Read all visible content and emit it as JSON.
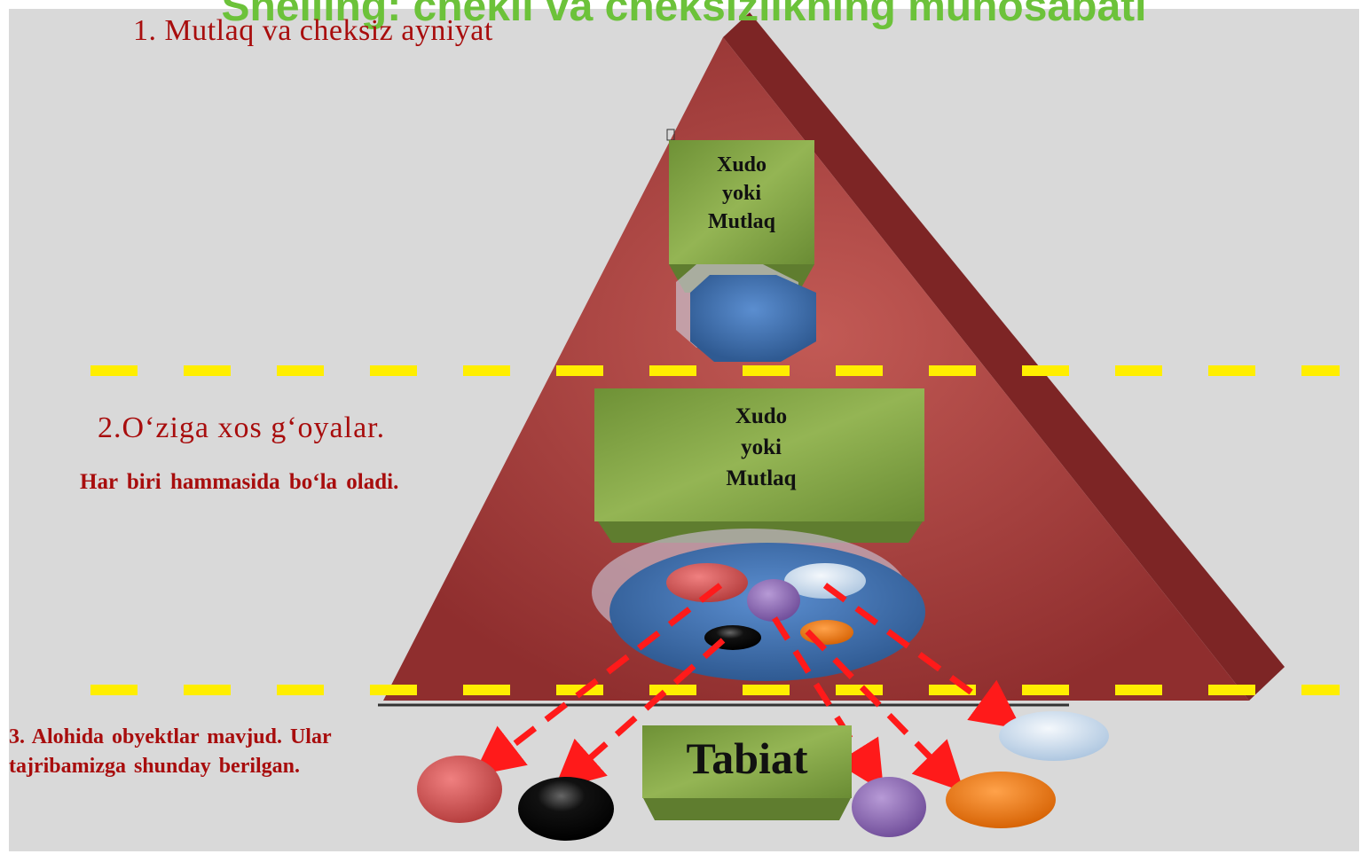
{
  "title": "Shelling: chekli va cheksizlikning munosabati",
  "levels": {
    "level1": "1. Mutlaq va cheksiz ayniyat",
    "level2": "2.O‘ziga xos g‘oyalar.",
    "level2_desc": "Har biri hammasida bo‘la oladi.",
    "level3": "3. Alohida obyektlar mavjud. Ular tajribamizga shunday berilgan."
  },
  "boxes": {
    "top_lines": [
      "Xudo",
      "yoki",
      "Mutlaq"
    ],
    "middle_lines": [
      "Xudo",
      "yoki",
      "Mutlaq"
    ],
    "bottom": "Tabiat"
  },
  "colors": {
    "background": "#d9d9d9",
    "title": "#6cc23a",
    "label_text": "#a80d0d",
    "pyramid": "#9a3535",
    "box": "#7ea041",
    "divider": "#ffee00",
    "arrow": "#ff1a1a",
    "octagon": "#3d6ea8"
  },
  "icons": {
    "red_object": "red-ellipse-icon",
    "black_object": "black-ellipse-icon",
    "purple_object": "purple-ellipse-icon",
    "orange_object": "orange-ellipse-icon",
    "lightblue_object": "lightblue-ellipse-icon"
  }
}
